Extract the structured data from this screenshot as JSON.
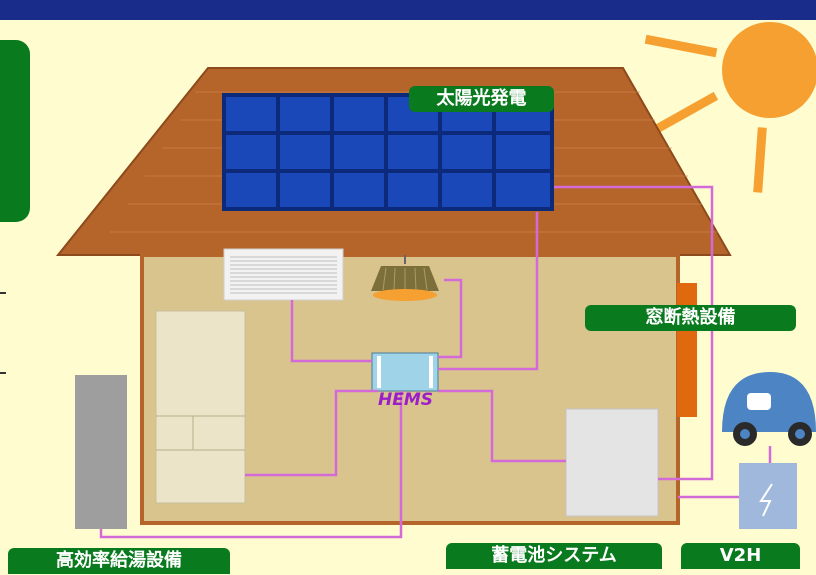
{
  "labels": {
    "solar": "太陽光発電",
    "window": "窓断熱設備",
    "water_heater": "高効率給湯設備",
    "battery": "蓄電池システム",
    "v2h": "V2H",
    "hems": "HEMS"
  },
  "icons": {
    "sun": "sun-icon",
    "car": "car-icon",
    "lightning": "lightning-icon"
  },
  "colors": {
    "background": "#fffdd0",
    "header_bar": "#1a2c8a",
    "label_bg": "#0a7a1e",
    "label_text": "#ffffff",
    "roof": "#b5642a",
    "solar_panel": "#1b48b8",
    "house_wall": "#d9c48e",
    "sun": "#f5a030",
    "wiring": "#d36ad8",
    "car": "#4d84c4",
    "hems_text": "#9b1ec8",
    "window_insulation": "#e0680f"
  }
}
